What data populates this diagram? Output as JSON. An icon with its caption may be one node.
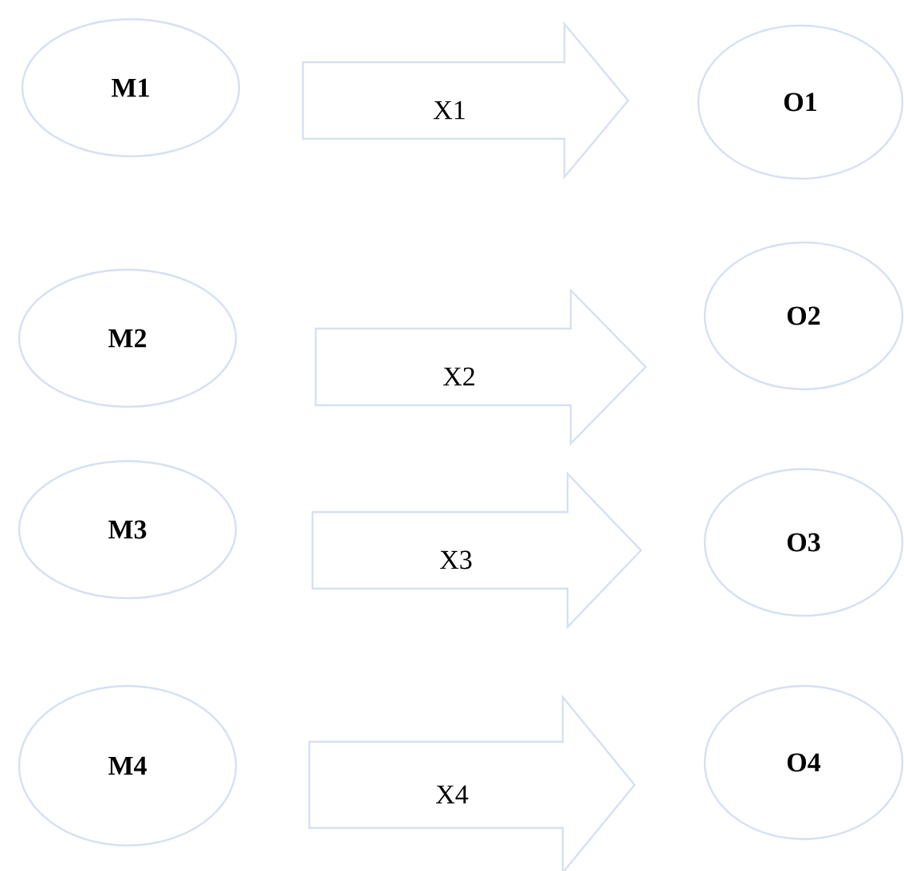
{
  "diagram": {
    "nodes": [
      {
        "text": [
          "M1"
        ]
      },
      {
        "text": [
          "O1"
        ]
      },
      {
        "text": [
          "M2"
        ]
      },
      {
        "text": [
          "O2"
        ]
      },
      {
        "text": [
          "M3"
        ]
      },
      {
        "text": [
          "O3"
        ]
      },
      {
        "text": [
          "M4"
        ]
      },
      {
        "text": [
          "O4"
        ]
      }
    ],
    "edges": [
      {
        "from": 0,
        "to": 1,
        "arrow": "to",
        "label": "X1"
      },
      {
        "from": 2,
        "to": 3,
        "arrow": "to",
        "label": "X2"
      },
      {
        "from": 4,
        "to": 5,
        "arrow": "to",
        "label": "X3"
      },
      {
        "from": 6,
        "to": 7,
        "arrow": "to",
        "label": "X4"
      }
    ]
  }
}
